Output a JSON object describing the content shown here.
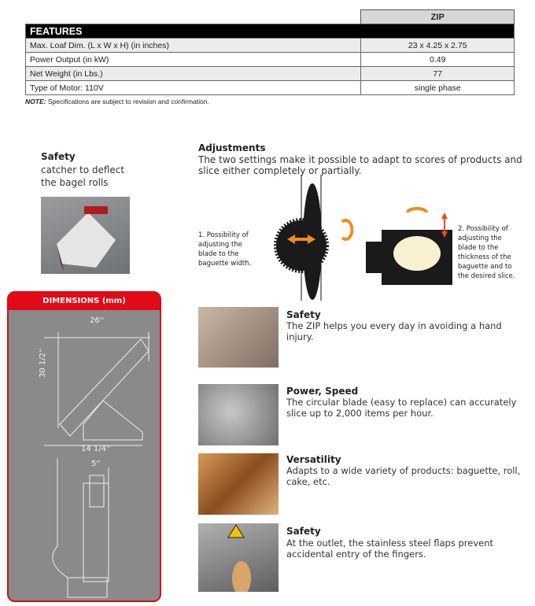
{
  "specs": {
    "model": "ZIP",
    "section": "FEATURES",
    "rows": [
      {
        "label": "Max. Loaf Dim. (L x W x H) (in inches)",
        "value": "23 x 4.25 x 2.75"
      },
      {
        "label": "Power Output (in kW)",
        "value": "0.49"
      },
      {
        "label": "Net Weight (in Lbs.)",
        "value": "77"
      },
      {
        "label": "Type of Motor: 110V",
        "value": "single phase"
      }
    ],
    "note_label": "NOTE:",
    "note_text": " Specifications are subject to revision and confirmation."
  },
  "safety_left": {
    "title": "Safety",
    "text": "catcher to deflect the bagel rolls"
  },
  "dimensions": {
    "title": "DIMENSIONS (mm)",
    "width": "26''",
    "height": "30 1/2''",
    "depth": "14 1/4''",
    "opening": "5''"
  },
  "adjustments": {
    "title": "Adjustments",
    "text": "The two settings make it possible to adapt to scores of products and slice either completely or partially.",
    "label1": "1. Possibility of adjusting the blade to the baguette width.",
    "label2": "2. Possibility of adjusting the blade to the thickness of the baguette and to the desired slice."
  },
  "features": [
    {
      "title": "Safety",
      "text": "The ZIP helps you every day in avoiding a hand injury."
    },
    {
      "title": "Power, Speed",
      "text": "The circular blade (easy to replace) can accurately slice up to 2,000 items per hour."
    },
    {
      "title": "Versatility",
      "text": "Adapts to a wide variety of products: baguette, roll, cake, etc."
    },
    {
      "title": "Safety",
      "text": "At the outlet, the stainless steel flaps prevent accidental entry of the fingers."
    }
  ],
  "colors": {
    "accent": "#e10a16",
    "arrow": "#f28c1e"
  }
}
